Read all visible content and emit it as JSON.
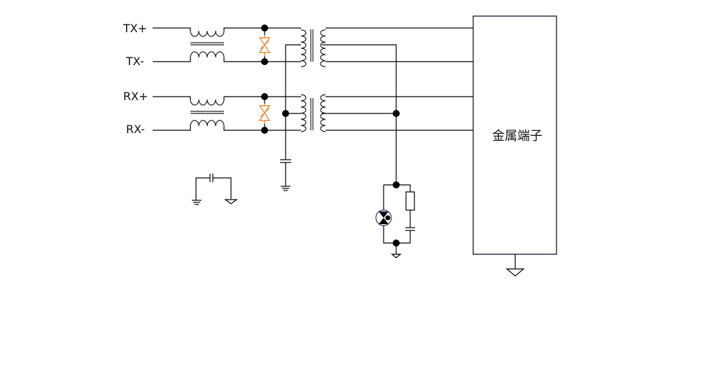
{
  "diagram": {
    "type": "circuit-schematic",
    "labels": {
      "tx_plus": "TX+",
      "tx_minus": "TX-",
      "rx_plus": "RX+",
      "rx_minus": "RX-",
      "terminal": "金属端子"
    },
    "components": [
      {
        "id": "cmc-tx",
        "kind": "common-mode-choke",
        "pair": "TX"
      },
      {
        "id": "cmc-rx",
        "kind": "common-mode-choke",
        "pair": "RX"
      },
      {
        "id": "tvs-tx",
        "kind": "tvs-diode",
        "pair": "TX"
      },
      {
        "id": "tvs-rx",
        "kind": "tvs-diode",
        "pair": "RX"
      },
      {
        "id": "xfmr-tx",
        "kind": "center-tap-transformer",
        "pair": "TX"
      },
      {
        "id": "xfmr-rx",
        "kind": "center-tap-transformer",
        "pair": "RX"
      },
      {
        "id": "cap-centertap",
        "kind": "capacitor-to-ground"
      },
      {
        "id": "gas-discharge-tube",
        "kind": "gas-discharge-tube"
      },
      {
        "id": "rc-series",
        "kind": "resistor-capacitor-series"
      },
      {
        "id": "cap-ground-isolation",
        "kind": "capacitor-between-grounds"
      },
      {
        "id": "metal-terminal",
        "kind": "connector-block"
      }
    ],
    "colors": {
      "wire": "#000000",
      "tvs": "#f08a3c",
      "terminal_border": "#0d1533",
      "gdt_border": "#2a3a6a"
    }
  }
}
